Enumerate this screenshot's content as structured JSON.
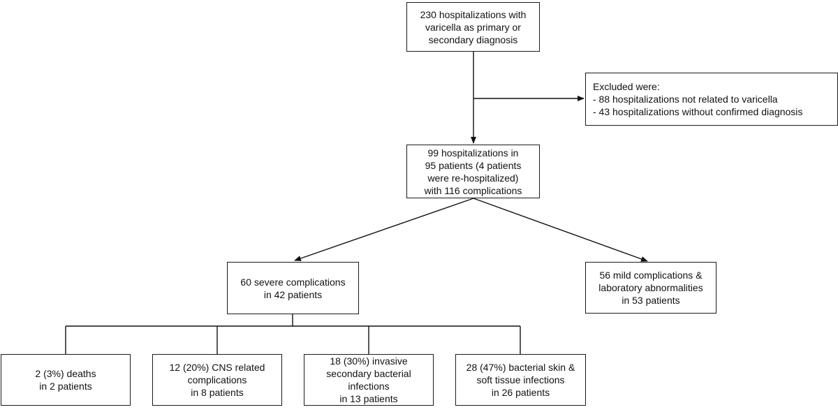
{
  "flowchart": {
    "top_box": {
      "lines": [
        "230 hospitalizations with",
        "varicella as primary or",
        "secondary diagnosis"
      ]
    },
    "excluded_box": {
      "lines": [
        "Excluded were:",
        "- 88 hospitalizations not related to varicella",
        "- 43 hospitalizations without confirmed diagnosis"
      ]
    },
    "middle_box": {
      "lines": [
        "99 hospitalizations in",
        "95 patients (4 patients",
        "were re-hospitalized)",
        "with 116 complications"
      ]
    },
    "severe_box": {
      "lines": [
        "60 severe complications",
        "in 42 patients"
      ]
    },
    "mild_box": {
      "lines": [
        "56 mild complications &",
        "laboratory abnormalities",
        "in 53 patients"
      ]
    },
    "deaths_box": {
      "lines": [
        "2 (3%) deaths",
        "in 2 patients"
      ]
    },
    "cns_box": {
      "lines": [
        "12 (20%) CNS related",
        "complications",
        "in 8 patients"
      ]
    },
    "invasive_box": {
      "lines": [
        "18 (30%) invasive",
        "secondary bacterial",
        "infections",
        "in 13 patients"
      ]
    },
    "skin_box": {
      "lines": [
        "28 (47%) bacterial skin &",
        "soft tissue infections",
        "in 26 patients"
      ]
    }
  }
}
